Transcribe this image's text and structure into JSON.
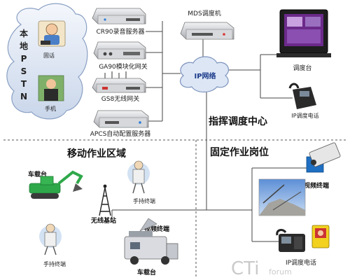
{
  "left_cloud": {
    "label_chars": [
      "本",
      "地",
      "P",
      "S",
      "T",
      "N"
    ],
    "fixed_phone": "固话",
    "mobile_phone": "手机"
  },
  "servers": {
    "cr90": "CR90录音服务器",
    "ga90": "GA90模块化网关",
    "gs8": "GS8无线网关",
    "apcs": "APCS自动配置服务器"
  },
  "mds": "MDS调度机",
  "ip_cloud": "IP网络",
  "console": "调度台",
  "ip_phone": "IP调度电话",
  "command_center": "指挥调度中心",
  "mobile_area": {
    "title": "移动作业区域",
    "vehicle_top": "车载台",
    "handheld_1": "手持终端",
    "base_station": "无线基站",
    "video_terminal": "视频终端",
    "handheld_2": "手持终端",
    "vehicle_bottom": "车载台"
  },
  "fixed_area": {
    "title": "固定作业岗位",
    "video_terminal": "视频终端",
    "ip_phone": "IP调度电话"
  },
  "watermark": {
    "main": "CTi",
    "sub": "forum"
  },
  "colors": {
    "cloud_fill": "#e4ecf6",
    "cloud_stroke": "#8aa0c4",
    "device_grey": "#c9cbcf",
    "excavator": "#2fa84a"
  }
}
